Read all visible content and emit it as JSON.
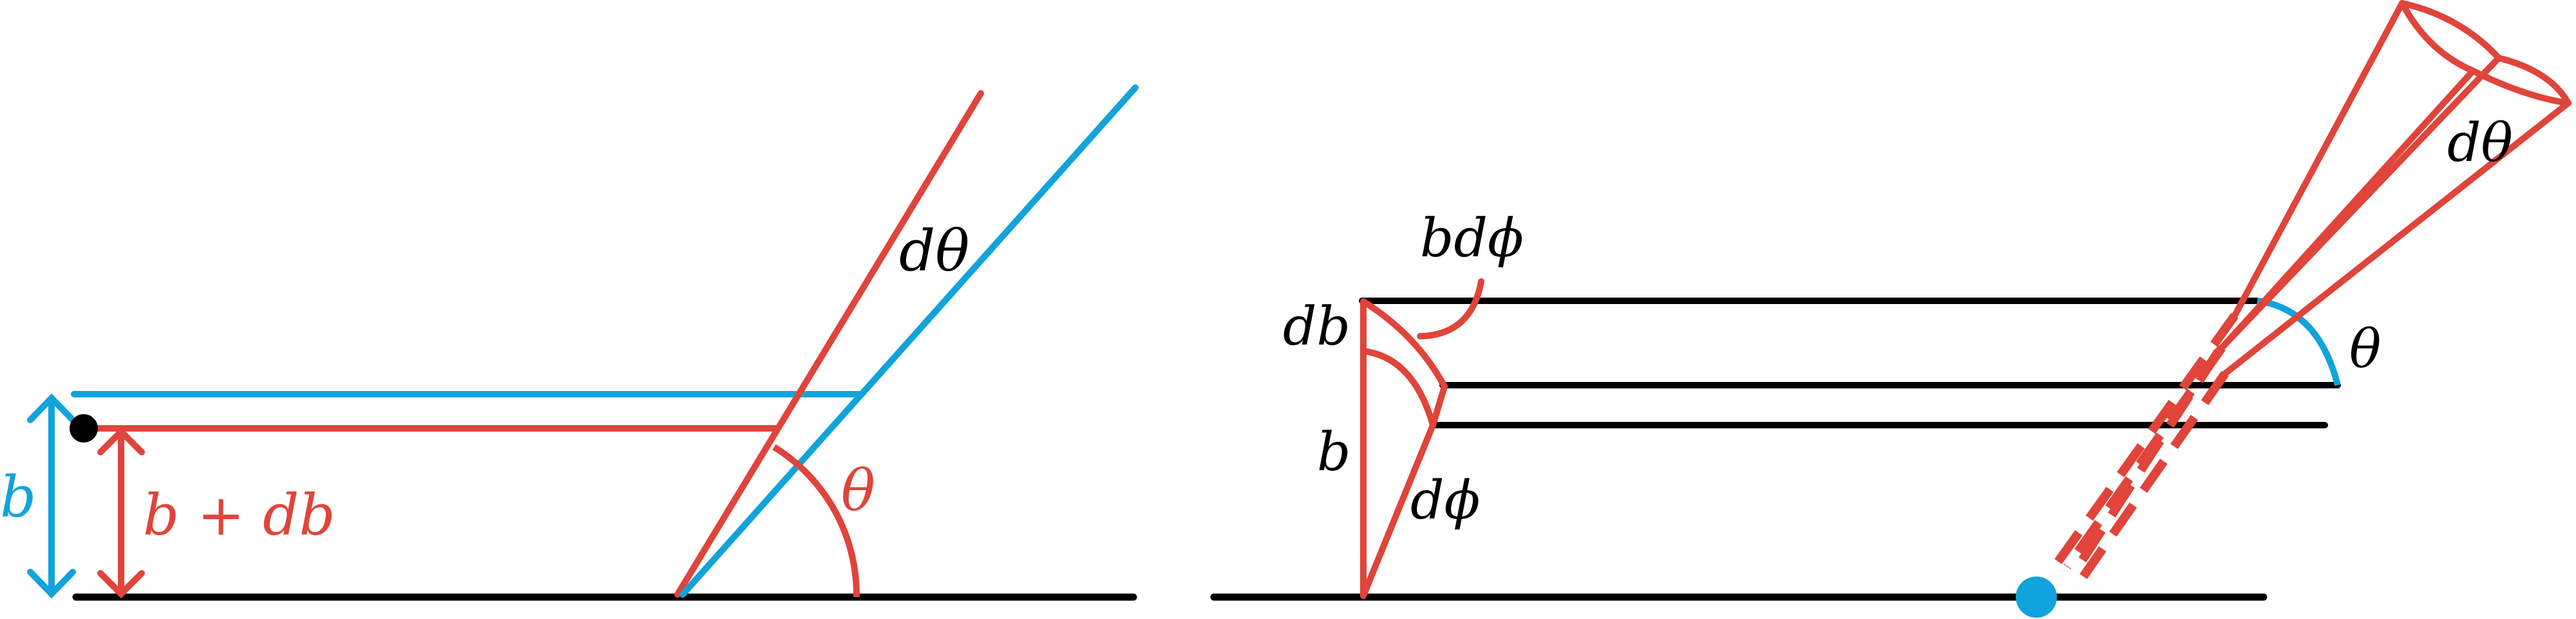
{
  "colors": {
    "black": "#000000",
    "red": "#e0443a",
    "blue": "#11a3db"
  },
  "left_panel": {
    "labels": {
      "b": "b",
      "b_plus_db": "b + db",
      "theta": "θ",
      "dtheta": "dθ"
    }
  },
  "right_panel": {
    "labels": {
      "db": "db",
      "b": "b",
      "bdphi": "bdϕ",
      "dphi": "dϕ",
      "theta": "θ",
      "dtheta": "dθ"
    }
  }
}
